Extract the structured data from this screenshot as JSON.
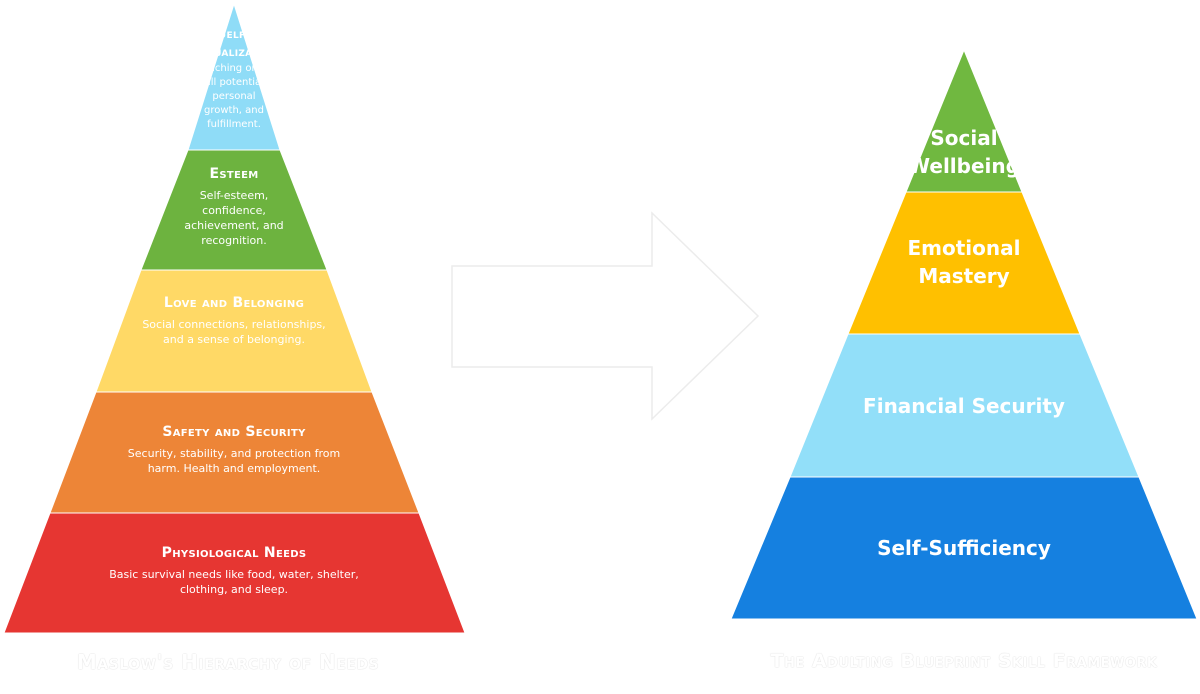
{
  "left_pyramid": {
    "caption": "Maslow's Hierarchy of Needs",
    "tiers": [
      {
        "title": "Self-Actualization",
        "description": "Reaching one's full potential, personal growth, and fulfillment.",
        "color": "#8fdcf7"
      },
      {
        "title": "Esteem",
        "description": "Self-esteem, confidence, achievement, and recognition.",
        "color": "#6db33f"
      },
      {
        "title": "Love and Belonging",
        "description": "Social connections, relationships, and a sense of belonging.",
        "color": "#ffd966"
      },
      {
        "title": "Safety and Security",
        "description": "Security, stability, and protection from harm. Health and employment.",
        "color": "#ed8537"
      },
      {
        "title": "Physiological Needs",
        "description": "Basic survival needs like food, water, shelter, clothing, and sleep.",
        "color": "#e63632"
      }
    ]
  },
  "arrow": {
    "direction": "right",
    "style": "outline"
  },
  "right_pyramid": {
    "caption": "The Adulting Blueprint Skill Framework",
    "tiers": [
      {
        "title": "Social Wellbeing",
        "color": "#70b840"
      },
      {
        "title": "Emotional Mastery",
        "color": "#ffc000"
      },
      {
        "title": "Financial Security",
        "color": "#92dff9"
      },
      {
        "title": "Self-Sufficiency",
        "color": "#1580e0"
      }
    ]
  }
}
